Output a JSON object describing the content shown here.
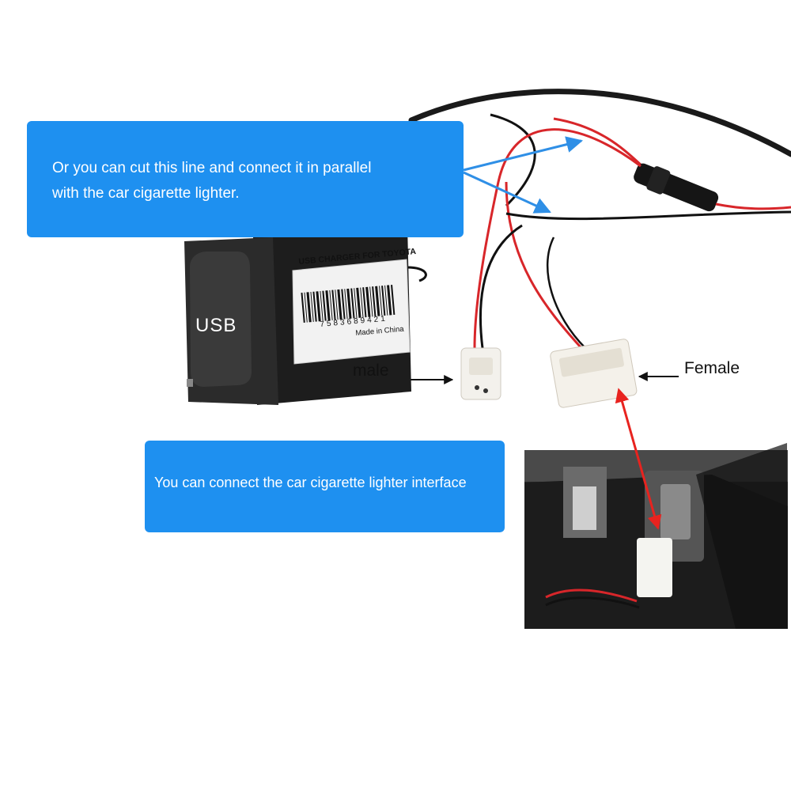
{
  "callouts": {
    "top_line1": "Or you can cut this line and connect it in parallel",
    "top_line2": "with the car cigarette lighter.",
    "bottom": "You can connect the car cigarette lighter interface"
  },
  "labels": {
    "male": "male",
    "female": "Female"
  },
  "product": {
    "usb_text": "USB",
    "sticker_title": "USB CHARGER FOR TOYOTA",
    "barcode_number": "7583689421",
    "origin": "Made in China"
  },
  "colors": {
    "callout_blue": "#1e90f0",
    "arrow_blue": "#2f8fe6",
    "arrow_red": "#e8231f",
    "wire_red": "#d8262a",
    "wire_black": "#111111"
  }
}
